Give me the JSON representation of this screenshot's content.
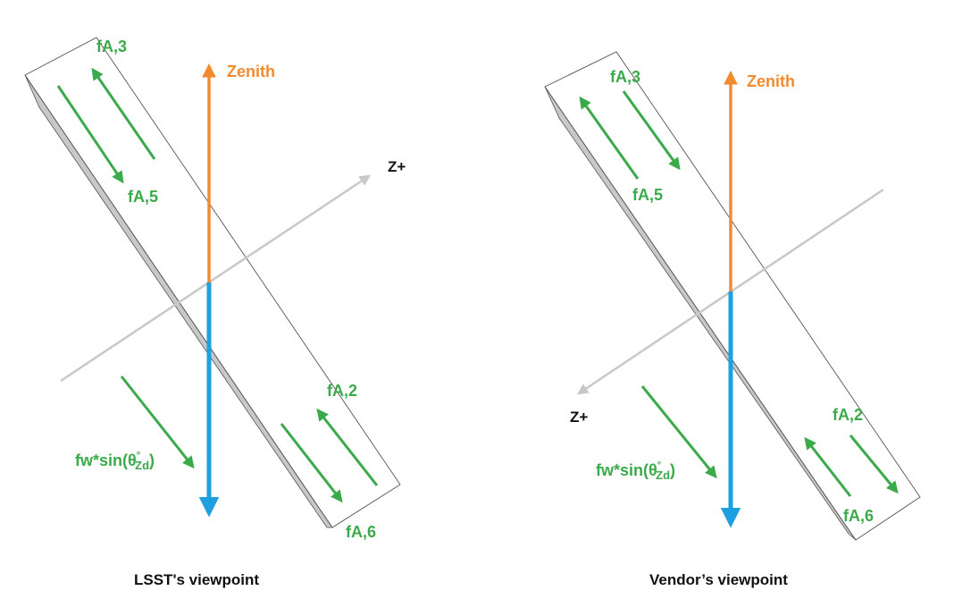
{
  "colors": {
    "force_arrow": "#3aaa4a",
    "zenith_axis": "#f28a30",
    "gravity_axis": "#1ea0e0",
    "z_axis": "#c8c8c8",
    "mirror_face": "#c8c8c8",
    "outline": "#555555",
    "text": "#111111"
  },
  "left_panel": {
    "zenith_label": "Zenith",
    "z_label": "Z+",
    "force_labels": {
      "fa3": "fA,3",
      "fa5": "fA,5",
      "fa2": "fA,2",
      "fa6": "fA,6"
    },
    "weight_label": {
      "prefix": "fw*sin(θ",
      "degree": "°",
      "subscript": "Zd",
      "suffix": ")"
    },
    "caption": "LSST's viewpoint"
  },
  "right_panel": {
    "zenith_label": "Zenith",
    "z_label": "Z+",
    "force_labels": {
      "fa3": "fA,3",
      "fa5": "fA,5",
      "fa2": "fA,2",
      "fa6": "fA,6"
    },
    "weight_label": {
      "prefix": "fw*sin(θ",
      "degree": "°",
      "subscript": "Zd",
      "suffix": ")"
    },
    "caption": "Vendor’s viewpoint"
  }
}
